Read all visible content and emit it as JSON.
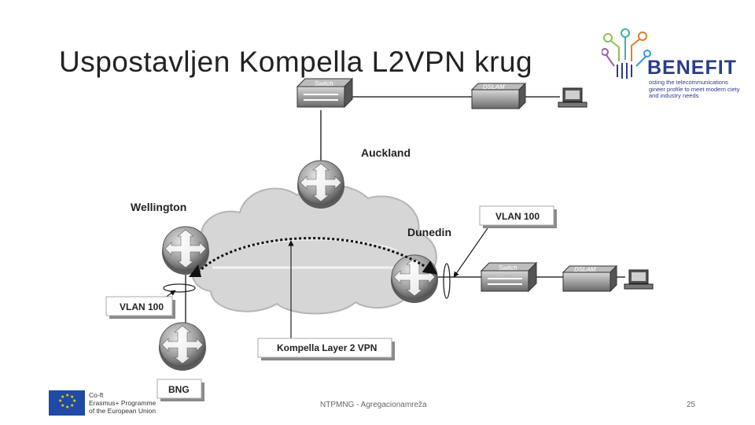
{
  "slide": {
    "title": "Uspostavljen Kompella L2VPN krug",
    "footer": "NTPMNG - Agregacionamreža",
    "page_number": "25"
  },
  "logo": {
    "word": "BENEFIT",
    "tagline": "osting the telecommunications gineer profile to meet modern ciety and industry needs"
  },
  "eu_badge": {
    "line1": "Co-ft",
    "line2": "Erasmus+ Programme",
    "line3": "of the European Union"
  },
  "diagram": {
    "nodes": {
      "auckland": "Auckland",
      "wellington": "Wellington",
      "dunedin": "Dunedin",
      "bng": "BNG"
    },
    "devices": {
      "switch": "Switch",
      "dslam": "DSLAM"
    },
    "callouts": {
      "vlan_right": "VLAN 100",
      "vlan_left": "VLAN 100",
      "l2vpn": "Kompella Layer 2 VPN"
    }
  }
}
